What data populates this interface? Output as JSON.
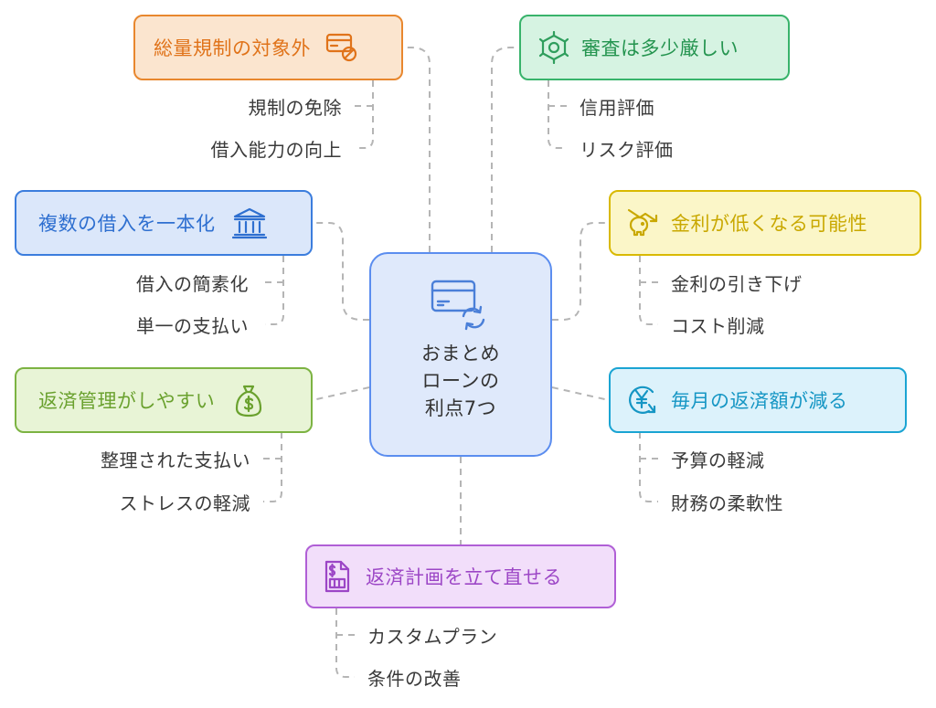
{
  "center": {
    "title": "おまとめ\nローンの\n利点7つ",
    "icon": "card-refresh-icon"
  },
  "branches": [
    {
      "id": "sourei",
      "label": "総量規制の対象外",
      "icon": "card-prohibit-icon",
      "color": "#e8872e",
      "children": [
        "規制の免除",
        "借入能力の向上"
      ]
    },
    {
      "id": "shinsa",
      "label": "審査は多少厳しい",
      "icon": "gear-icon",
      "color": "#38b36b",
      "children": [
        "信用評価",
        "リスク評価"
      ]
    },
    {
      "id": "fukusu",
      "label": "複数の借入を一本化",
      "icon": "bank-icon",
      "color": "#3b7ddd",
      "children": [
        "借入の簡素化",
        "単一の支払い"
      ]
    },
    {
      "id": "kinri",
      "label": "金利が低くなる可能性",
      "icon": "piggy-bank-down-icon",
      "color": "#d9b900",
      "children": [
        "金利の引き下げ",
        "コスト削減"
      ]
    },
    {
      "id": "hensai",
      "label": "返済管理がしやすい",
      "icon": "money-bag-icon",
      "color": "#7cb342",
      "children": [
        "整理された支払い",
        "ストレスの軽減"
      ]
    },
    {
      "id": "maitsuki",
      "label": "毎月の返済額が減る",
      "icon": "yen-down-icon",
      "color": "#1aa4d3",
      "children": [
        "予算の軽減",
        "財務の柔軟性"
      ]
    },
    {
      "id": "keikaku",
      "label": "返済計画を立て直せる",
      "icon": "invoice-icon",
      "color": "#b05fd6",
      "children": [
        "カスタムプラン",
        "条件の改善"
      ]
    }
  ]
}
